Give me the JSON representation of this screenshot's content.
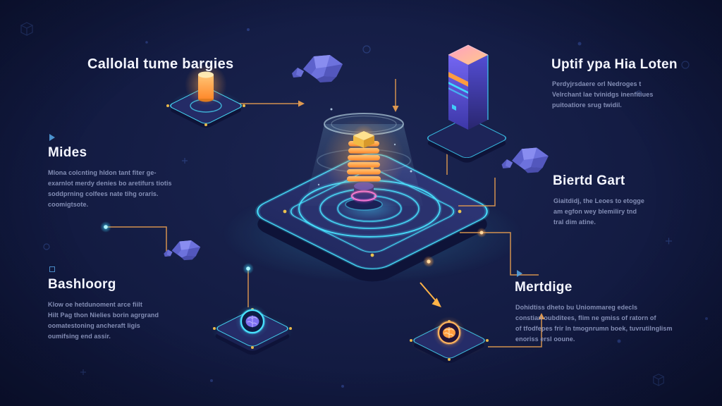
{
  "title": "Callolal tume bargies",
  "sections": {
    "mides": {
      "heading": "Mides",
      "body": "Mlona colcnting hldon tant fiter ge-\nexarnlot merdy denies bo aretifurs tiotis\nsoddprning colfees nate tihg oraris.\ncoomigtsote."
    },
    "bashloorg": {
      "heading": "Bashloorg",
      "body": "Klow oe hetdunoment arce fiilt\nHilt Pag thon Nielies borin agrgrand\noomatestoning ancheraft ligis\noumifsing end assir."
    },
    "uptif": {
      "heading": "Uptif ypa Hia Loten",
      "body": "Perdyjrsdaere orl Nedroges t\nVelrchant lae tvinidgs inenfitiues\npuitoatiore srug twidil."
    },
    "biertd": {
      "heading": "Biertd Gart",
      "body": "Giaitdidj, the Leoes to etogge\nam egfon wey blemiliry tnd\ntral dim atine."
    },
    "mertdige": {
      "heading": "Mertdige",
      "body": "Dohidtiss dheto bu Uniommareg edecls\nconstian oubditees, flim ne gmiss of ratorn of\nof tfodfepes frir In tmognrumn boek, tuvrutilnglism\nenoriss ersl ooune."
    }
  },
  "colors": {
    "background": "#0c1230",
    "accent_cyan": "#3fd9ff",
    "accent_orange": "#ff9c3f",
    "accent_purple": "#6d72dd",
    "accent_pink": "#ff7ad9",
    "heading_text": "#f4f6ff",
    "body_text": "#8f99c0",
    "line_orange": "#dd9850"
  },
  "icons": {
    "center": "energy-coil-platform",
    "top_center": "server-tower",
    "top_left": "power-cell-chip",
    "bottom_left": "brain-chip-blue",
    "bottom_right": "brain-chip-orange",
    "decorations": [
      "floating-rock",
      "circuit-line",
      "glow-dot",
      "cube-glyph",
      "plus-glyph",
      "circle-glyph",
      "triangle-marker",
      "square-marker"
    ]
  }
}
